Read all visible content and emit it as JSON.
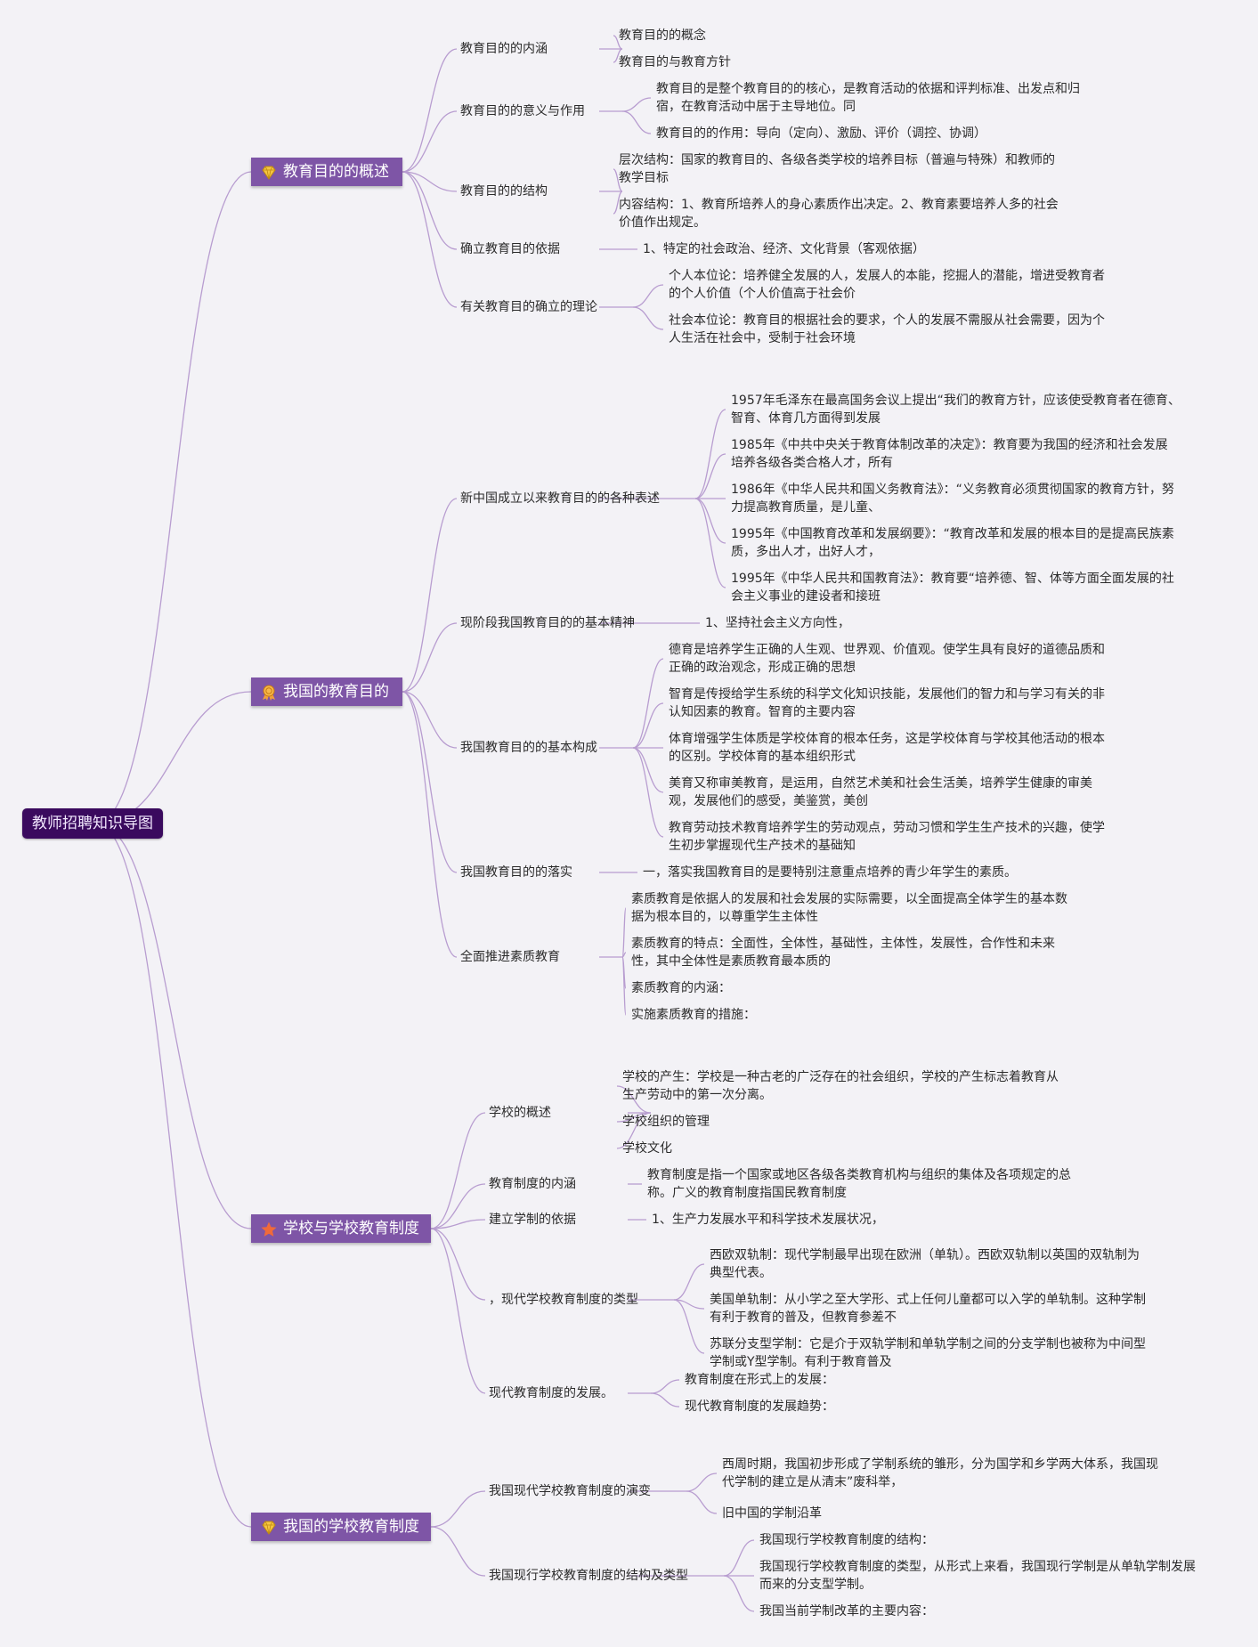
{
  "root": "教师招聘知识导图",
  "colors": {
    "root_bg": "#3a0a5e",
    "topic_bg": "#7e55a6",
    "line": "#b89dd0",
    "background": "#f3f2f6"
  },
  "branches": [
    {
      "title": "教育目的的概述",
      "icon": "gem-icon",
      "children": [
        {
          "label": "教育目的的内涵",
          "leaves": [
            [
              "教育目的的概念"
            ],
            [
              "教育目的与教育方针"
            ]
          ]
        },
        {
          "label": "教育目的的意义与作用",
          "leaves": [
            [
              "教育目的是整个教育目的的核心，是教育活动的依据和评判标准、出发点和归",
              "宿，在教育活动中居于主导地位。同"
            ],
            [
              "教育目的的作用：导向（定向）、激励、评价（调控、协调）"
            ]
          ]
        },
        {
          "label": "教育目的的结构",
          "leaves": [
            [
              "层次结构：国家的教育目的、各级各类学校的培养目标（普遍与特殊）和教师的",
              "教学目标"
            ],
            [
              "内容结构：1、教育所培养人的身心素质作出决定。2、教育素要培养人多的社会",
              "价值作出规定。"
            ]
          ]
        },
        {
          "label": "确立教育目的依据",
          "leaves": [
            [
              "1、特定的社会政治、经济、文化背景（客观依据）"
            ]
          ]
        },
        {
          "label": "有关教育目的确立的理论",
          "leaves": [
            [
              "个人本位论：培养健全发展的人，发展人的本能，挖掘人的潜能，增进受教育者",
              "的个人价值（个人价值高于社会价"
            ],
            [
              "社会本位论：教育目的根据社会的要求，个人的发展不需服从社会需要，因为个",
              "人生活在社会中，受制于社会环境"
            ]
          ]
        }
      ]
    },
    {
      "title": "我国的教育目的",
      "icon": "medal-icon",
      "children": [
        {
          "label": "新中国成立以来教育目的的各种表述",
          "leaves": [
            [
              "1957年毛泽东在最高国务会议上提出“我们的教育方针，应该使受教育者在德育、",
              "智育、体育几方面得到发展"
            ],
            [
              "1985年《中共中央关于教育体制改革的决定》：教育要为我国的经济和社会发展",
              "培养各级各类合格人才，所有"
            ],
            [
              "1986年《中华人民共和国义务教育法》：“义务教育必须贯彻国家的教育方针，努",
              "力提高教育质量，是儿童、"
            ],
            [
              "1995年《中国教育改革和发展纲要》：“教育改革和发展的根本目的是提高民族素",
              "质，多出人才，出好人才，"
            ],
            [
              "1995年《中华人民共和国教育法》：教育要“培养德、智、体等方面全面发展的社",
              "会主义事业的建设者和接班"
            ]
          ]
        },
        {
          "label": "现阶段我国教育目的的基本精神",
          "leaves": [
            [
              "1、坚持社会主义方向性，"
            ]
          ]
        },
        {
          "label": "我国教育目的的基本构成",
          "leaves": [
            [
              "德育是培养学生正确的人生观、世界观、价值观。使学生具有良好的道德品质和",
              "正确的政治观念，形成正确的思想"
            ],
            [
              "智育是传授给学生系统的科学文化知识技能，发展他们的智力和与学习有关的非",
              "认知因素的教育。智育的主要内容"
            ],
            [
              "体育增强学生体质是学校体育的根本任务，这是学校体育与学校其他活动的根本",
              "的区别。学校体育的基本组织形式"
            ],
            [
              "美育又称审美教育，是运用，自然艺术美和社会生活美，培养学生健康的审美",
              "观，发展他们的感受，美鉴赏，美创"
            ],
            [
              "教育劳动技术教育培养学生的劳动观点，劳动习惯和学生生产技术的兴趣，使学",
              "生初步掌握现代生产技术的基础知"
            ]
          ]
        },
        {
          "label": "我国教育目的的落实",
          "leaves": [
            [
              "一，落实我国教育目的是要特别注意重点培养的青少年学生的素质。"
            ]
          ]
        },
        {
          "label": "全面推进素质教育",
          "leaves": [
            [
              "素质教育是依据人的发展和社会发展的实际需要，以全面提高全体学生的基本数",
              "据为根本目的，以尊重学生主体性"
            ],
            [
              "素质教育的特点：全面性，全体性，基础性，主体性，发展性，合作性和未来",
              "性，其中全体性是素质教育最本质的"
            ],
            [
              "素质教育的内涵："
            ],
            [
              "实施素质教育的措施："
            ]
          ]
        }
      ]
    },
    {
      "title": "学校与学校教育制度",
      "icon": "star-icon",
      "children": [
        {
          "label": "学校的概述",
          "leaves": [
            [
              "学校的产生：学校是一种古老的广泛存在的社会组织，学校的产生标志着教育从",
              "生产劳动中的第一次分离。"
            ],
            [
              "学校组织的管理"
            ],
            [
              "学校文化"
            ]
          ]
        },
        {
          "label": "教育制度的内涵",
          "leaves": [
            [
              "教育制度是指一个国家或地区各级各类教育机构与组织的集体及各项规定的总",
              "称。广义的教育制度指国民教育制度"
            ]
          ]
        },
        {
          "label": "建立学制的依据",
          "leaves": [
            [
              "1、生产力发展水平和科学技术发展状况，"
            ]
          ]
        },
        {
          "label": "，现代学校教育制度的类型",
          "leaves": [
            [
              "西欧双轨制：现代学制最早出现在欧洲（单轨）。西欧双轨制以英国的双轨制为",
              "典型代表。"
            ],
            [
              "美国单轨制：从小学之至大学形、式上任何儿童都可以入学的单轨制。这种学制",
              "有利于教育的普及，但教育参差不"
            ],
            [
              "苏联分支型学制：它是介于双轨学制和单轨学制之间的分支学制也被称为中间型",
              "学制或Y型学制。有利于教育普及"
            ]
          ]
        },
        {
          "label": "现代教育制度的发展。",
          "leaves": [
            [
              "教育制度在形式上的发展："
            ],
            [
              "现代教育制度的发展趋势："
            ]
          ]
        }
      ]
    },
    {
      "title": "我国的学校教育制度",
      "icon": "gem-icon",
      "children": [
        {
          "label": "我国现代学校教育制度的演变",
          "leaves": [
            [
              "西周时期，我国初步形成了学制系统的雏形，分为国学和乡学两大体系，我国现",
              "代学制的建立是从清末”废科举，"
            ],
            [
              "旧中国的学制沿革"
            ]
          ]
        },
        {
          "label": "我国现行学校教育制度的结构及类型",
          "leaves": [
            [
              "我国现行学校教育制度的结构："
            ],
            [
              "我国现行学校教育制度的类型，从形式上来看，我国现行学制是从单轨学制发展",
              "而来的分支型学制。"
            ],
            [
              "我国当前学制改革的主要内容："
            ]
          ]
        }
      ]
    }
  ]
}
